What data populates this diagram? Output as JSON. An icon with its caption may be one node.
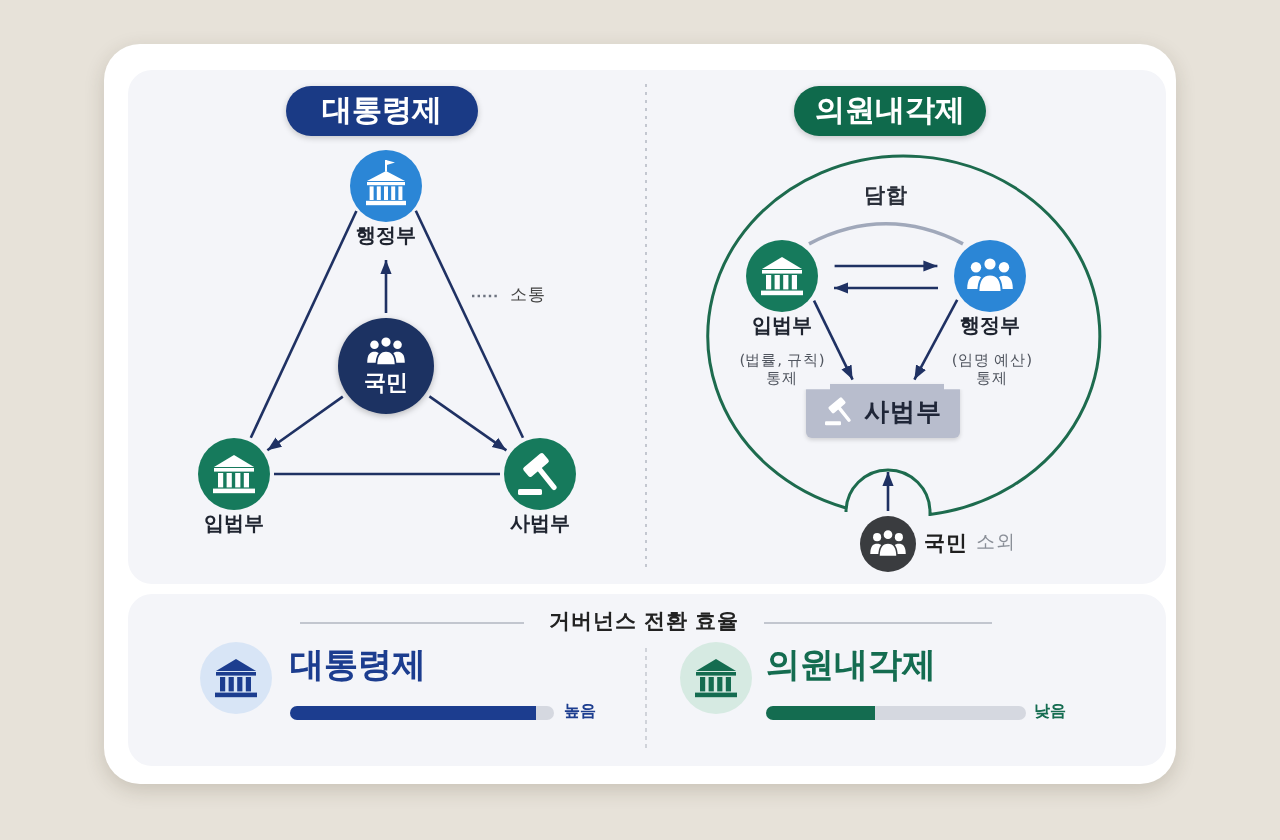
{
  "diagram": {
    "nodes": [
      {
        "text": [
          "대통령제"
        ]
      },
      {
        "text": [
          "행정부"
        ]
      },
      {
        "text": [
          "국민"
        ]
      },
      {
        "text": [
          "입법부"
        ]
      },
      {
        "text": [
          "사법부"
        ]
      },
      {
        "text": [
          "의원내각제"
        ]
      },
      {
        "text": [],
        "shape": "circle"
      },
      {
        "text": [
          "입법부"
        ],
        "in": 6
      },
      {
        "text": [
          "행정부"
        ],
        "in": 6
      },
      {
        "text": [
          "사법부"
        ],
        "in": 6
      },
      {
        "text": [
          "국민"
        ],
        "beside": [
          "소외"
        ]
      }
    ],
    "edges": [
      {
        "from": 2,
        "to": 1,
        "arrow": "to"
      },
      {
        "from": 2,
        "to": 3,
        "arrow": "to"
      },
      {
        "from": 2,
        "to": 4,
        "arrow": "to"
      },
      {
        "from": 1,
        "to": 3,
        "arrow": "none"
      },
      {
        "from": 1,
        "to": 4,
        "arrow": "none"
      },
      {
        "from": 3,
        "to": 4,
        "arrow": "none"
      },
      {
        "from": 7,
        "to": 8,
        "arrow": "to"
      },
      {
        "from": 8,
        "to": 7,
        "arrow": "to"
      },
      {
        "from": 7,
        "to": 8,
        "arrow": "none",
        "label": "담합",
        "color": "#a0a8ba"
      },
      {
        "from": 7,
        "to": 9,
        "arrow": "to",
        "label": "(법률, 규칙) 통제"
      },
      {
        "from": 8,
        "to": 9,
        "arrow": "to",
        "label": "(임명 예산) 통제"
      },
      {
        "from": 10,
        "to": 6,
        "arrow": "to"
      }
    ],
    "labels": [
      "거버넌스 전환 효율",
      "대통령제",
      "높음",
      "의원내각제",
      "낮음"
    ],
    "legend": [
      {
        "text": "소통"
      }
    ]
  }
}
